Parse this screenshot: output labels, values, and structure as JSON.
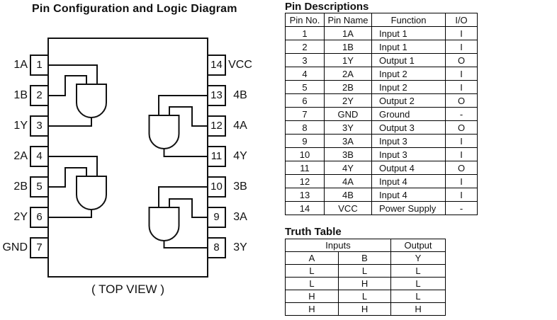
{
  "colors": {
    "ink": "#111111",
    "background": "#ffffff"
  },
  "diagram": {
    "title": "Pin Configuration and Logic Diagram",
    "caption": "( TOP VIEW )",
    "left_pins": [
      {
        "num": "1",
        "name": "1A"
      },
      {
        "num": "2",
        "name": "1B"
      },
      {
        "num": "3",
        "name": "1Y"
      },
      {
        "num": "4",
        "name": "2A"
      },
      {
        "num": "5",
        "name": "2B"
      },
      {
        "num": "6",
        "name": "2Y"
      },
      {
        "num": "7",
        "name": "GND"
      }
    ],
    "right_pins": [
      {
        "num": "14",
        "name": "VCC"
      },
      {
        "num": "13",
        "name": "4B"
      },
      {
        "num": "12",
        "name": "4A"
      },
      {
        "num": "11",
        "name": "4Y"
      },
      {
        "num": "10",
        "name": "3B"
      },
      {
        "num": "9",
        "name": "3A"
      },
      {
        "num": "8",
        "name": "3Y"
      }
    ]
  },
  "pin_descriptions": {
    "title": "Pin Descriptions",
    "headers": [
      "Pin No.",
      "Pin Name",
      "Function",
      "I/O"
    ],
    "rows": [
      [
        "1",
        "1A",
        "Input 1",
        "I"
      ],
      [
        "2",
        "1B",
        "Input 1",
        "I"
      ],
      [
        "3",
        "1Y",
        "Output 1",
        "O"
      ],
      [
        "4",
        "2A",
        "Input 2",
        "I"
      ],
      [
        "5",
        "2B",
        "Input 2",
        "I"
      ],
      [
        "6",
        "2Y",
        "Output 2",
        "O"
      ],
      [
        "7",
        "GND",
        "Ground",
        "-"
      ],
      [
        "8",
        "3Y",
        "Output 3",
        "O"
      ],
      [
        "9",
        "3A",
        "Input 3",
        "I"
      ],
      [
        "10",
        "3B",
        "Input 3",
        "I"
      ],
      [
        "11",
        "4Y",
        "Output 4",
        "O"
      ],
      [
        "12",
        "4A",
        "Input 4",
        "I"
      ],
      [
        "13",
        "4B",
        "Input 4",
        "I"
      ],
      [
        "14",
        "VCC",
        "Power Supply",
        "-"
      ]
    ]
  },
  "truth_table": {
    "title": "Truth Table",
    "group_headers": [
      "Inputs",
      "Output"
    ],
    "col_headers": [
      "A",
      "B",
      "Y"
    ],
    "rows": [
      [
        "L",
        "L",
        "L"
      ],
      [
        "L",
        "H",
        "L"
      ],
      [
        "H",
        "L",
        "L"
      ],
      [
        "H",
        "H",
        "H"
      ]
    ]
  }
}
